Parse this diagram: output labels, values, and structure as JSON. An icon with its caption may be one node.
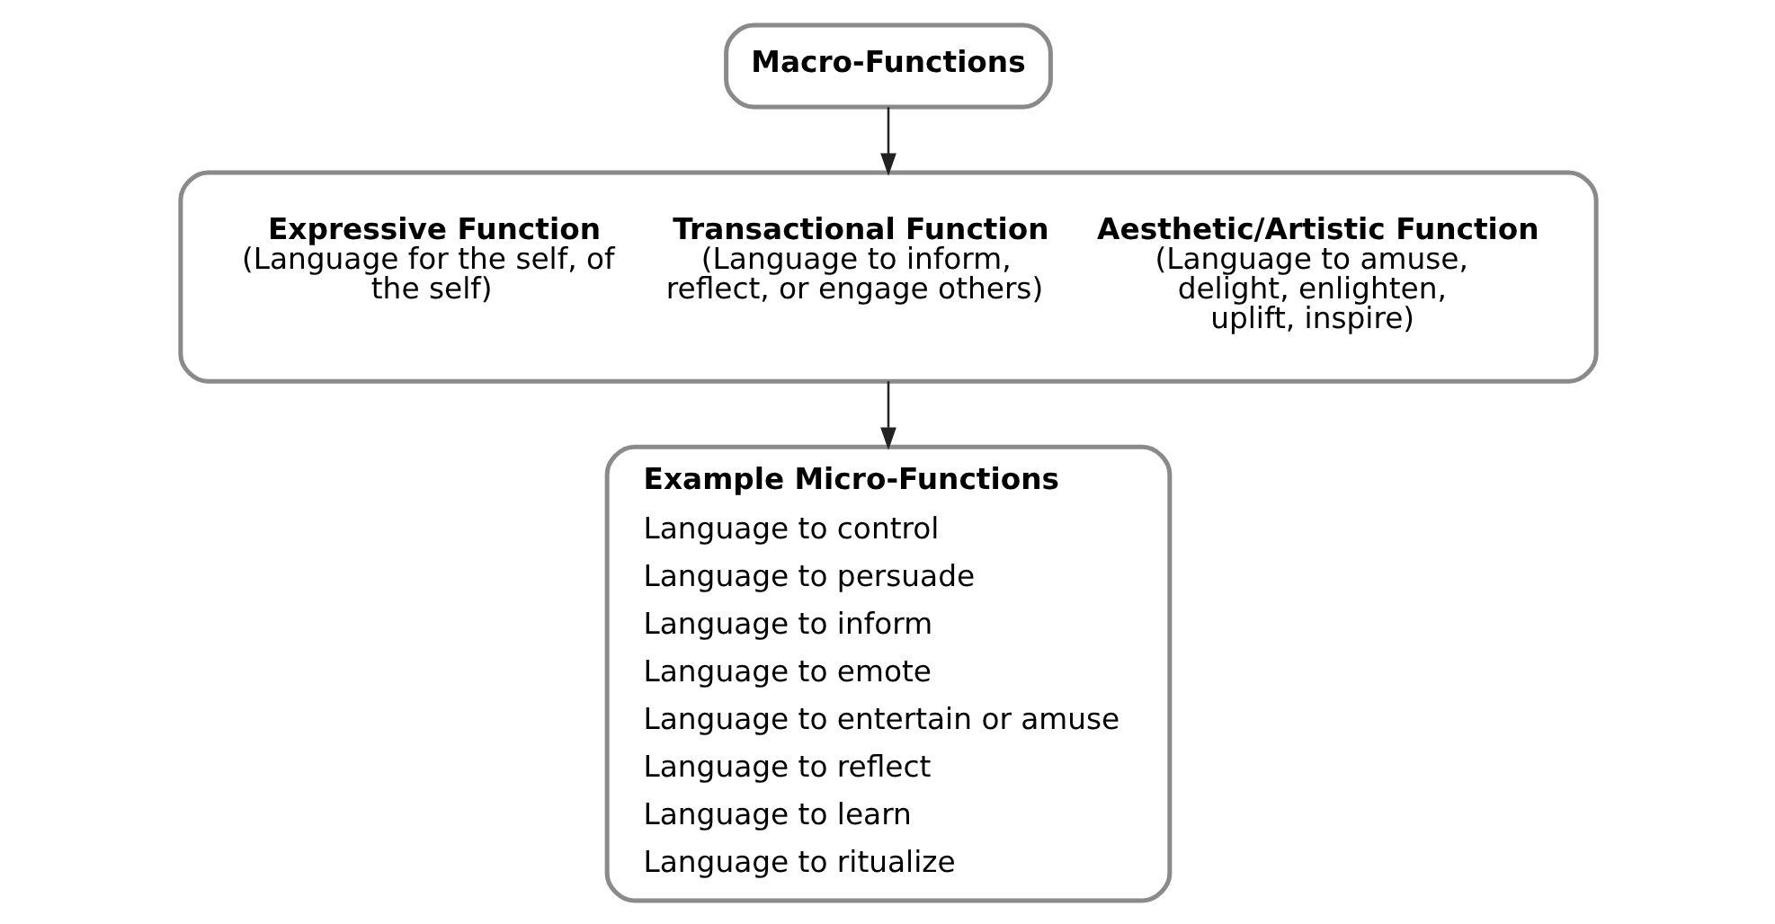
{
  "diagram": {
    "nodes": [
      {
        "text": [
          "Macro-Functions"
        ]
      },
      {
        "text": [
          "Expressive Function",
          "(Language for the self, of the self)",
          "Transactional Function",
          "(Language to inform, reflect, or engage others)",
          "Aesthetic/Artistic Function",
          "(Language to amuse, delight, enlighten, uplift, inspire)"
        ]
      },
      {
        "text": [
          "Example Micro-Functions",
          "Language to control",
          "Language to persuade",
          "Language to inform",
          "Language to emote",
          "Language to entertain or amuse",
          "Language to reflect",
          "Language to learn",
          "Language to ritualize"
        ]
      }
    ],
    "edges": [
      {
        "from": 0,
        "to": 1,
        "arrow": "to"
      },
      {
        "from": 1,
        "to": 2,
        "arrow": "to"
      }
    ]
  }
}
